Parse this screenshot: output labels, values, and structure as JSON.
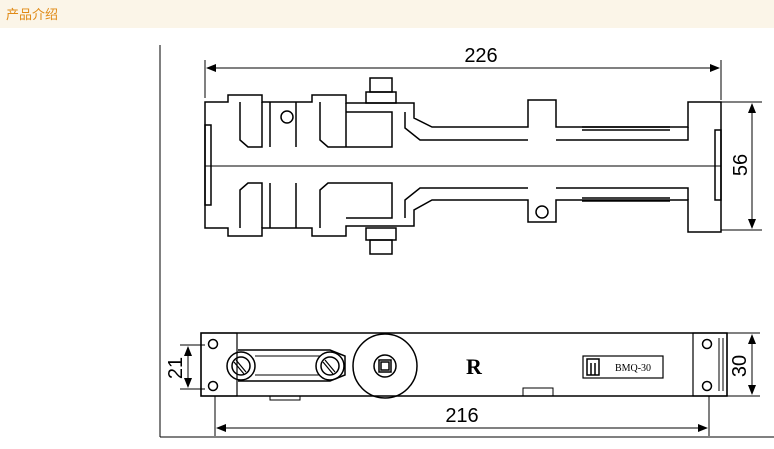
{
  "header": {
    "title": "产品介绍"
  },
  "top_view": {
    "width_dim": "226",
    "height_dim": "56"
  },
  "bottom_view": {
    "width_dim": "216",
    "height_dim": "30",
    "left_dim": "21",
    "side_mark": "R",
    "model_label": "BMQ-30"
  },
  "colors": {
    "header_bg": "#fbf5e8",
    "header_text": "#e08a16",
    "line": "#000000"
  }
}
